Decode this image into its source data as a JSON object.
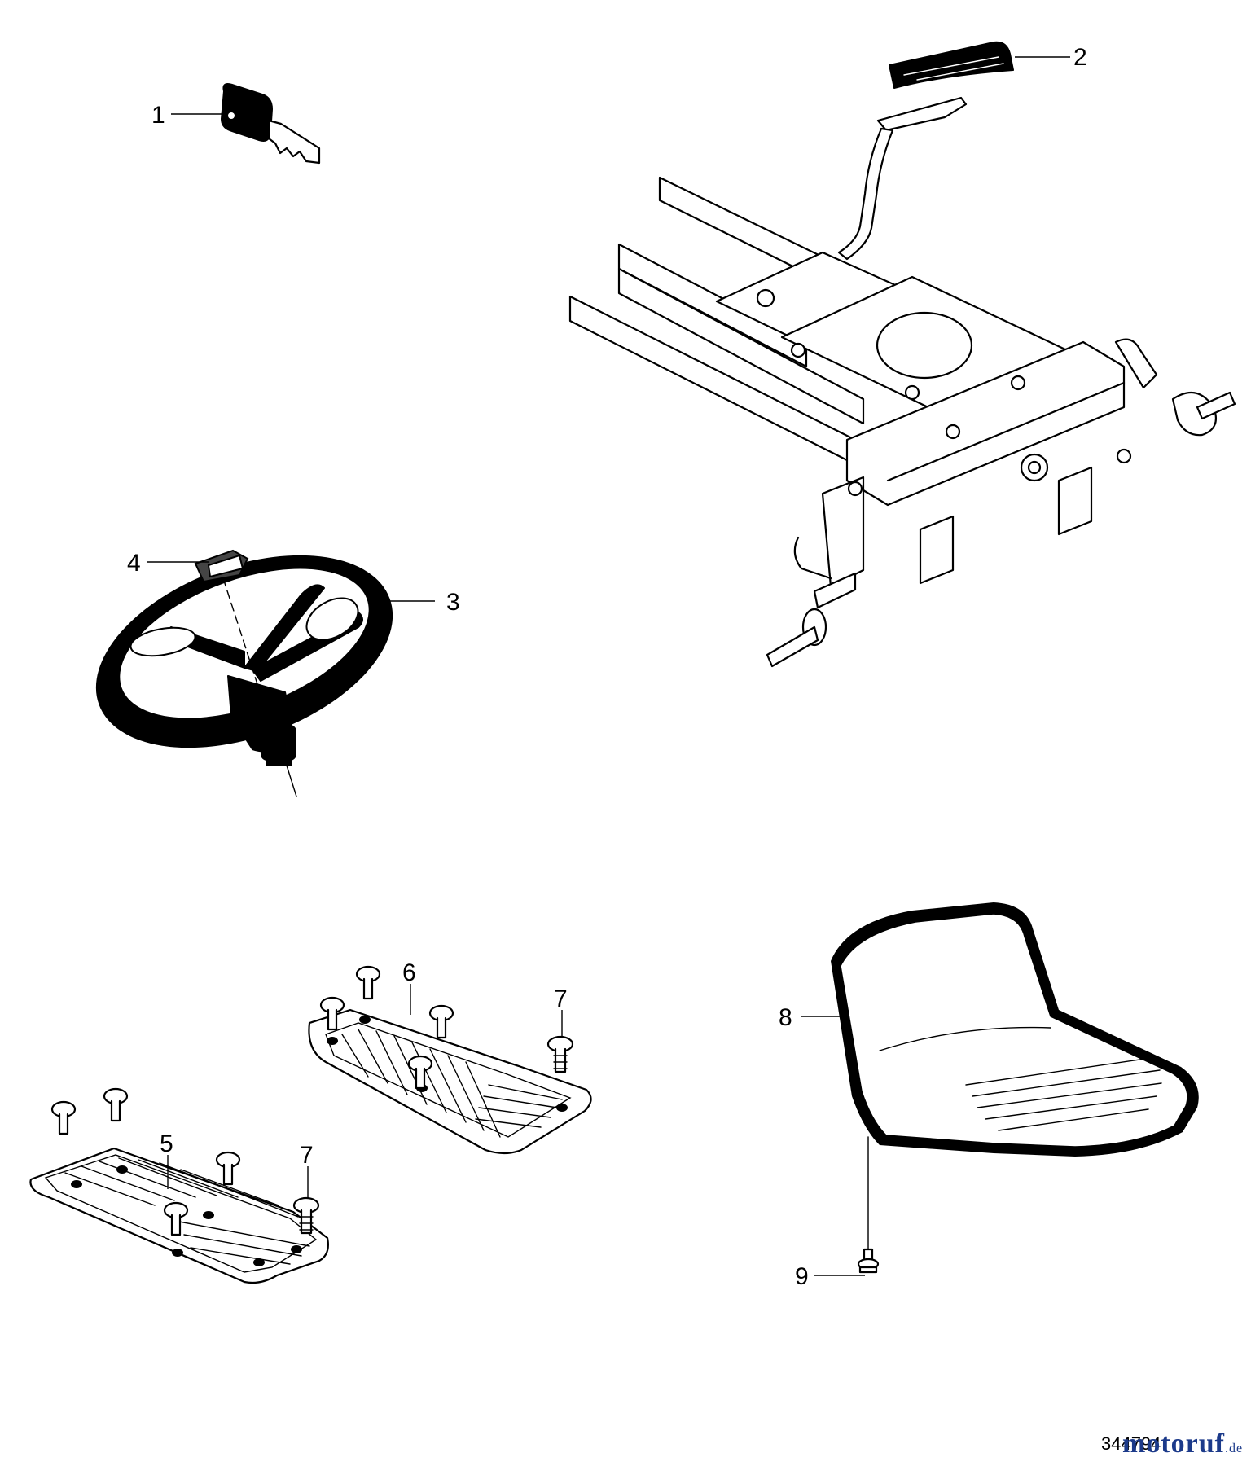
{
  "callouts": [
    {
      "id": "1",
      "label": "1",
      "part": "ignition key"
    },
    {
      "id": "2",
      "label": "2",
      "part": "pedal pad"
    },
    {
      "id": "3",
      "label": "3",
      "part": "steering wheel"
    },
    {
      "id": "4",
      "label": "4",
      "part": "steering wheel cap"
    },
    {
      "id": "5",
      "label": "5",
      "part": "left footrest"
    },
    {
      "id": "6",
      "label": "6",
      "part": "right footrest"
    },
    {
      "id": "7a",
      "label": "7",
      "part": "push rivet"
    },
    {
      "id": "7b",
      "label": "7",
      "part": "push rivet"
    },
    {
      "id": "8",
      "label": "8",
      "part": "seat"
    },
    {
      "id": "9",
      "label": "9",
      "part": "seat bolt"
    }
  ],
  "drawing_number": "344794",
  "watermark": {
    "text": "motoruf",
    "suffix": ".de",
    "color": "#1c3a8a"
  }
}
